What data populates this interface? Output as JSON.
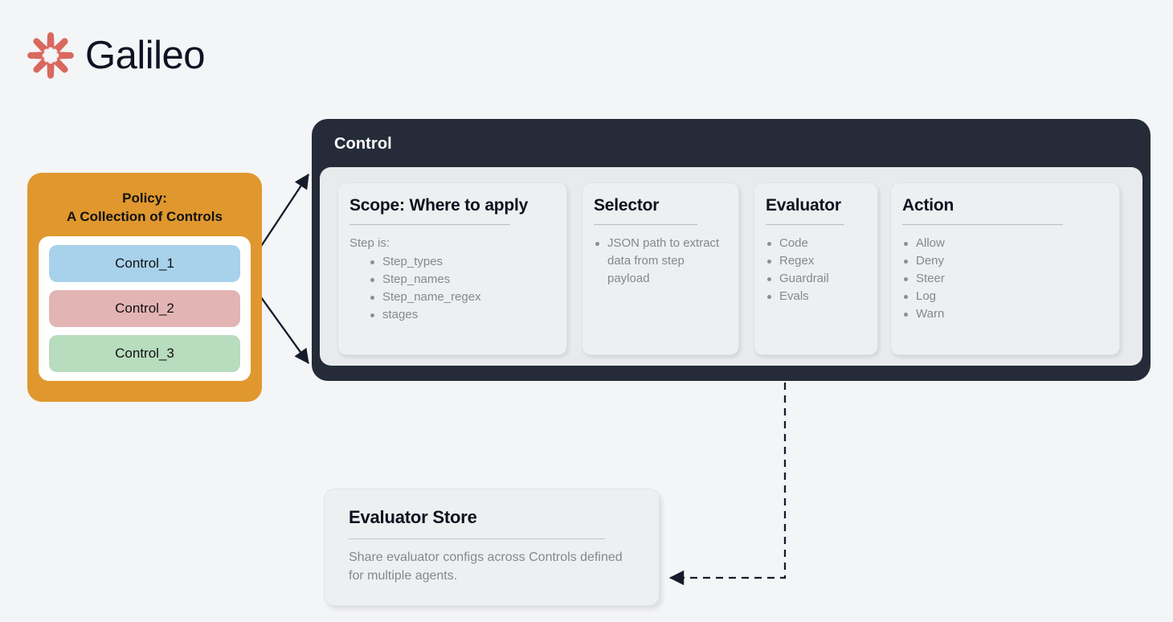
{
  "brand": {
    "name": "Galileo",
    "logo_icon": "galileo-starburst-icon",
    "logo_color": "#d9685f",
    "text_color": "#0e1323"
  },
  "policy": {
    "title": "Policy:\nA Collection of Controls",
    "box_color": "#e0982e",
    "controls": [
      {
        "label": "Control_1",
        "color": "#a8d2ec"
      },
      {
        "label": "Control_2",
        "color": "#e3b4b4"
      },
      {
        "label": "Control_3",
        "color": "#b8dcbe"
      }
    ]
  },
  "control_panel": {
    "title": "Control",
    "panel_color": "#252b38",
    "inner_color": "#e9eaec",
    "cards": [
      {
        "title": "Scope: Where to apply",
        "intro": "Step is:",
        "items": [
          "Step_types",
          "Step_names",
          "Step_name_regex",
          "stages"
        ]
      },
      {
        "title": "Selector",
        "intro": "",
        "items": [
          "JSON path to extract data from step payload"
        ]
      },
      {
        "title": "Evaluator",
        "intro": "",
        "items": [
          "Code",
          "Regex",
          "Guardrail",
          "Evals"
        ]
      },
      {
        "title": "Action",
        "intro": "",
        "items": [
          "Allow",
          "Deny",
          "Steer",
          "Log",
          "Warn"
        ]
      }
    ]
  },
  "evaluator_store": {
    "title": "Evaluator Store",
    "description": "Share evaluator configs across Controls defined for multiple agents."
  },
  "connectors": {
    "policy_to_control_top": "solid-arrow",
    "policy_to_control_bottom": "solid-arrow",
    "evaluator_to_store": "dashed-arrow",
    "stroke_color": "#161b2b"
  }
}
